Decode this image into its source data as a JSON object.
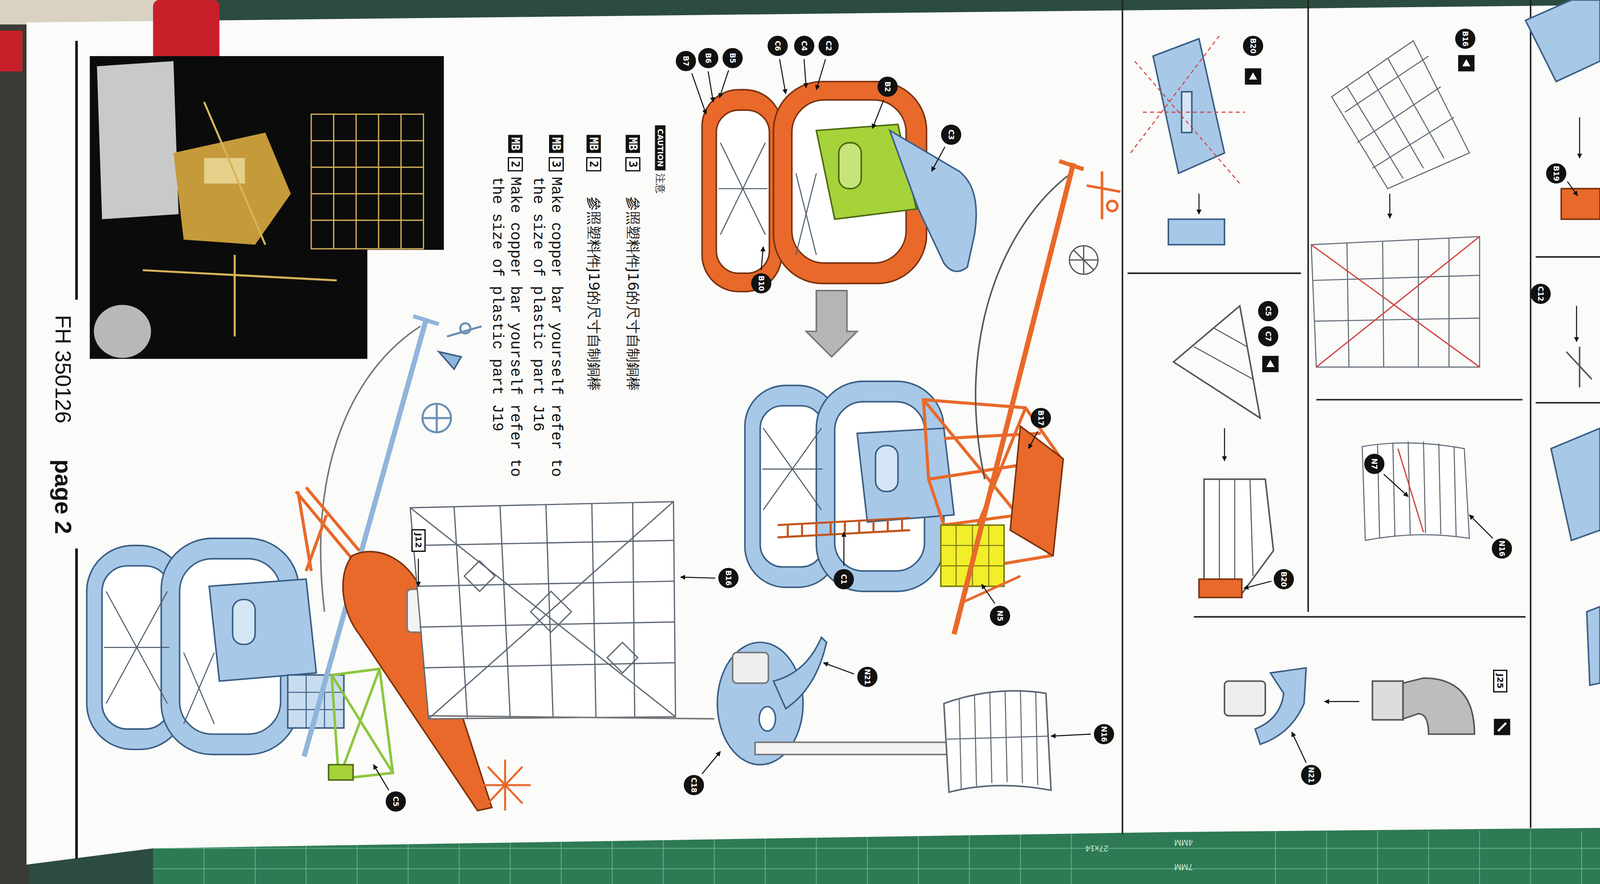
{
  "diagram": {
    "nodes": [
      {
        "text": [
          "J12"
        ]
      },
      {
        "text": [
          "J25"
        ]
      }
    ],
    "labels": [
      "FH 350126",
      "page 2",
      "C2",
      "C4",
      "C6",
      "B5",
      "B6",
      "B7",
      "B2",
      "C3",
      "B10",
      "CAUTION",
      "注意",
      "MB",
      "3",
      "參照塑料件J16的尺寸自制銅棒",
      "MB",
      "2",
      "參照塑料件J19的尺寸自制銅棒",
      "MB",
      "3",
      "Make copper bar yourself refer to the size of plastic part J16",
      "MB",
      "2",
      "Make copper bar yourself refer to the size of plastic part J19",
      "B17",
      "C1",
      "N5",
      "B16",
      "N21",
      "C18",
      "N16",
      "C5",
      "B20",
      "C5",
      "C7",
      "B20",
      "N21",
      "B16",
      "N7",
      "N16",
      "B19",
      "C12",
      "27x14",
      "4MM",
      "7MM"
    ]
  }
}
